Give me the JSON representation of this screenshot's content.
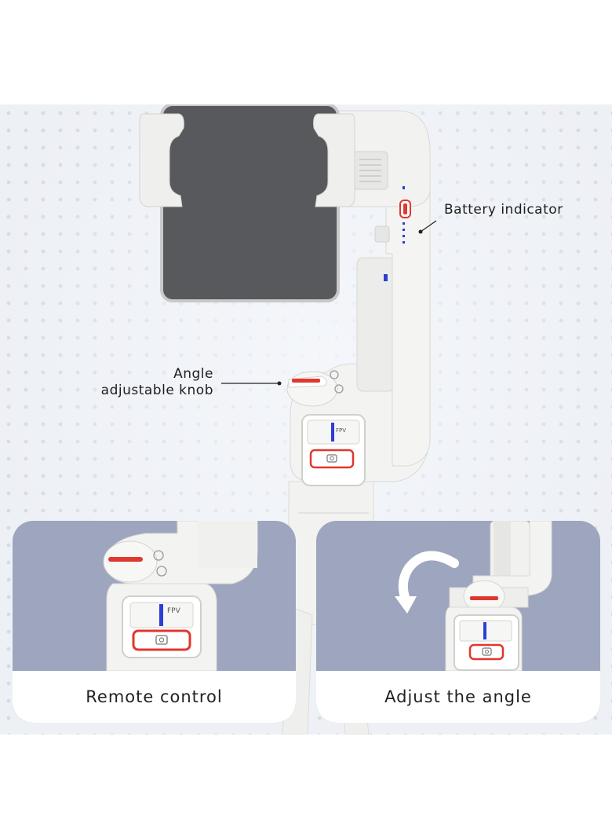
{
  "callouts": {
    "battery_indicator": "Battery indicator",
    "angle_knob_line1": "Angle",
    "angle_knob_line2": "adjustable knob"
  },
  "panels": [
    {
      "caption": "Remote control"
    },
    {
      "caption": "Adjust the angle"
    }
  ],
  "remote_labels": {
    "fpv": "FPV"
  },
  "colors": {
    "background": "#edf0f5",
    "dot": "#d3dbe6",
    "device_body": "#f1f1ef",
    "phone": "#58595c",
    "accent_red": "#e0372f",
    "indicator_blue": "#2b3fd6",
    "panel_bg": "#9ea5be"
  },
  "icons": [
    "camera-icon",
    "curved-arrow-icon",
    "rotate-icon"
  ]
}
